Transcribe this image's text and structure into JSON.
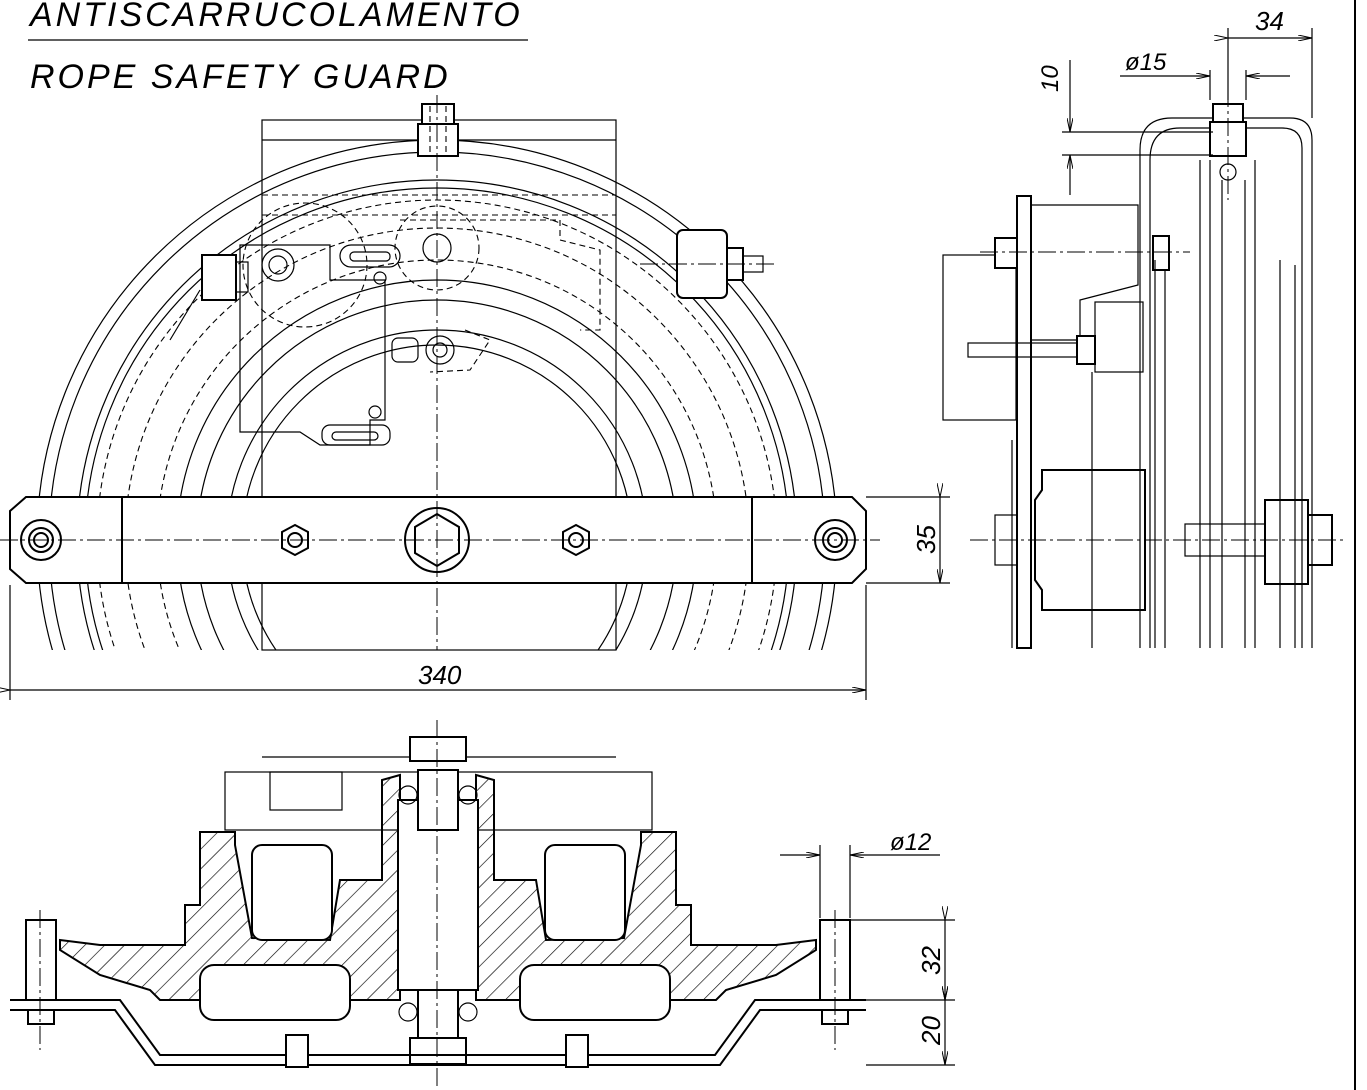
{
  "title": {
    "line1": "ANTISCARRUCOLAMENTO",
    "line2": "ROPE SAFETY GUARD"
  },
  "dimensions": {
    "width_total": "340",
    "bar_height": "35",
    "offset_34": "34",
    "diameter_15": "ø15",
    "dim_10": "10",
    "diameter_12": "ø12",
    "dim_32": "32",
    "dim_20": "20"
  },
  "colors": {
    "line": "#000000",
    "background": "#ffffff"
  }
}
